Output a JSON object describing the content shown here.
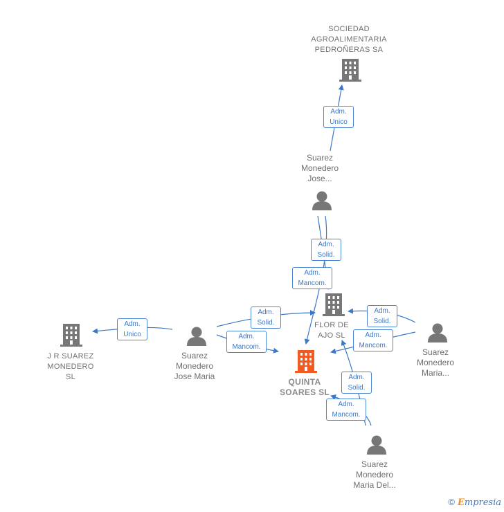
{
  "nodes": {
    "sociedad": {
      "label": "SOCIEDAD\nAGROALIMENTARIA\nPEDROÑERAS SA",
      "icon": "building-icon",
      "color": "#777777"
    },
    "suarez_jose_top": {
      "label": "Suarez\nMonedero\nJose...",
      "icon": "person-icon",
      "color": "#777777"
    },
    "flor_de_ajo": {
      "label": "FLOR DE\nAJO  SL",
      "icon": "building-icon",
      "color": "#777777"
    },
    "quinta_soares": {
      "label": "QUINTA\nSOARES  SL",
      "icon": "building-icon",
      "color": "#f05a23"
    },
    "jr_suarez": {
      "label": "J R SUAREZ\nMONEDERO\nSL",
      "icon": "building-icon",
      "color": "#777777"
    },
    "suarez_jose_maria": {
      "label": "Suarez\nMonedero\nJose Maria",
      "icon": "person-icon",
      "color": "#777777"
    },
    "suarez_maria_right": {
      "label": "Suarez\nMonedero\nMaria...",
      "icon": "person-icon",
      "color": "#777777"
    },
    "suarez_maria_del": {
      "label": "Suarez\nMonedero\nMaria Del...",
      "icon": "person-icon",
      "color": "#777777"
    }
  },
  "edge_labels": {
    "e1": "Adm.\nUnico",
    "e2": "Adm.\nSolid.",
    "e3": "Adm.\nMancom.",
    "e4": "Adm.\nUnico",
    "e5": "Adm.\nSolid.",
    "e6": "Adm.\nMancom.",
    "e7": "Adm.\nSolid.",
    "e8": "Adm.\nMancom.",
    "e9": "Adm.\nSolid.",
    "e10": "Adm.\nMancom."
  },
  "colors": {
    "edge": "#3a78c8",
    "icon": "#777777",
    "focus": "#f05a23"
  },
  "brand": {
    "copyright": "©",
    "e": "E",
    "rest": "mpresia"
  }
}
